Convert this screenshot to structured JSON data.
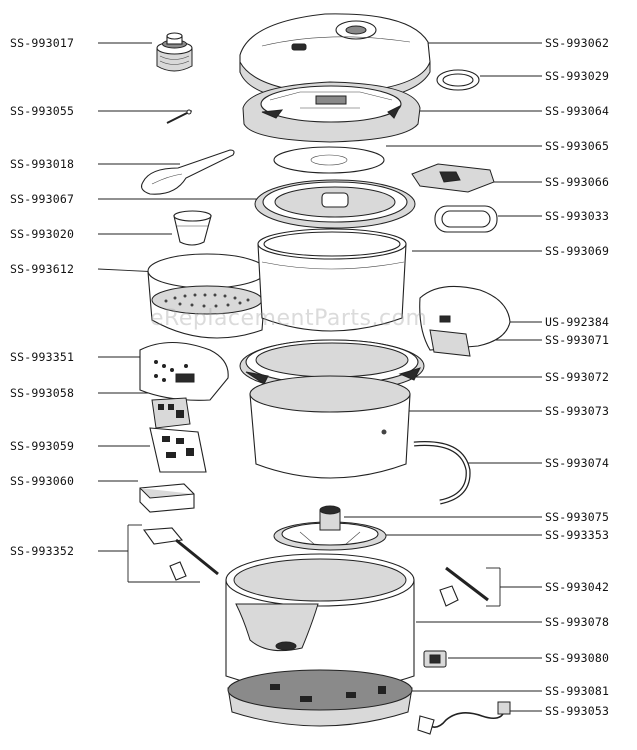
{
  "watermark": "eReplacementParts.com",
  "labels_left": [
    "SS-993017",
    "SS-993055",
    "SS-993018",
    "SS-993067",
    "SS-993020",
    "SS-993612",
    "SS-993351",
    "SS-993058",
    "SS-993059",
    "SS-993060",
    "SS-993352"
  ],
  "labels_right": [
    "SS-993062",
    "SS-993029",
    "SS-993064",
    "SS-993065",
    "SS-993066",
    "SS-993033",
    "SS-993069",
    "US-992384",
    "SS-993071",
    "SS-993072",
    "SS-993073",
    "SS-993074",
    "SS-993075",
    "SS-993353",
    "SS-993042",
    "SS-993078",
    "SS-993080",
    "SS-993081",
    "SS-993053"
  ]
}
